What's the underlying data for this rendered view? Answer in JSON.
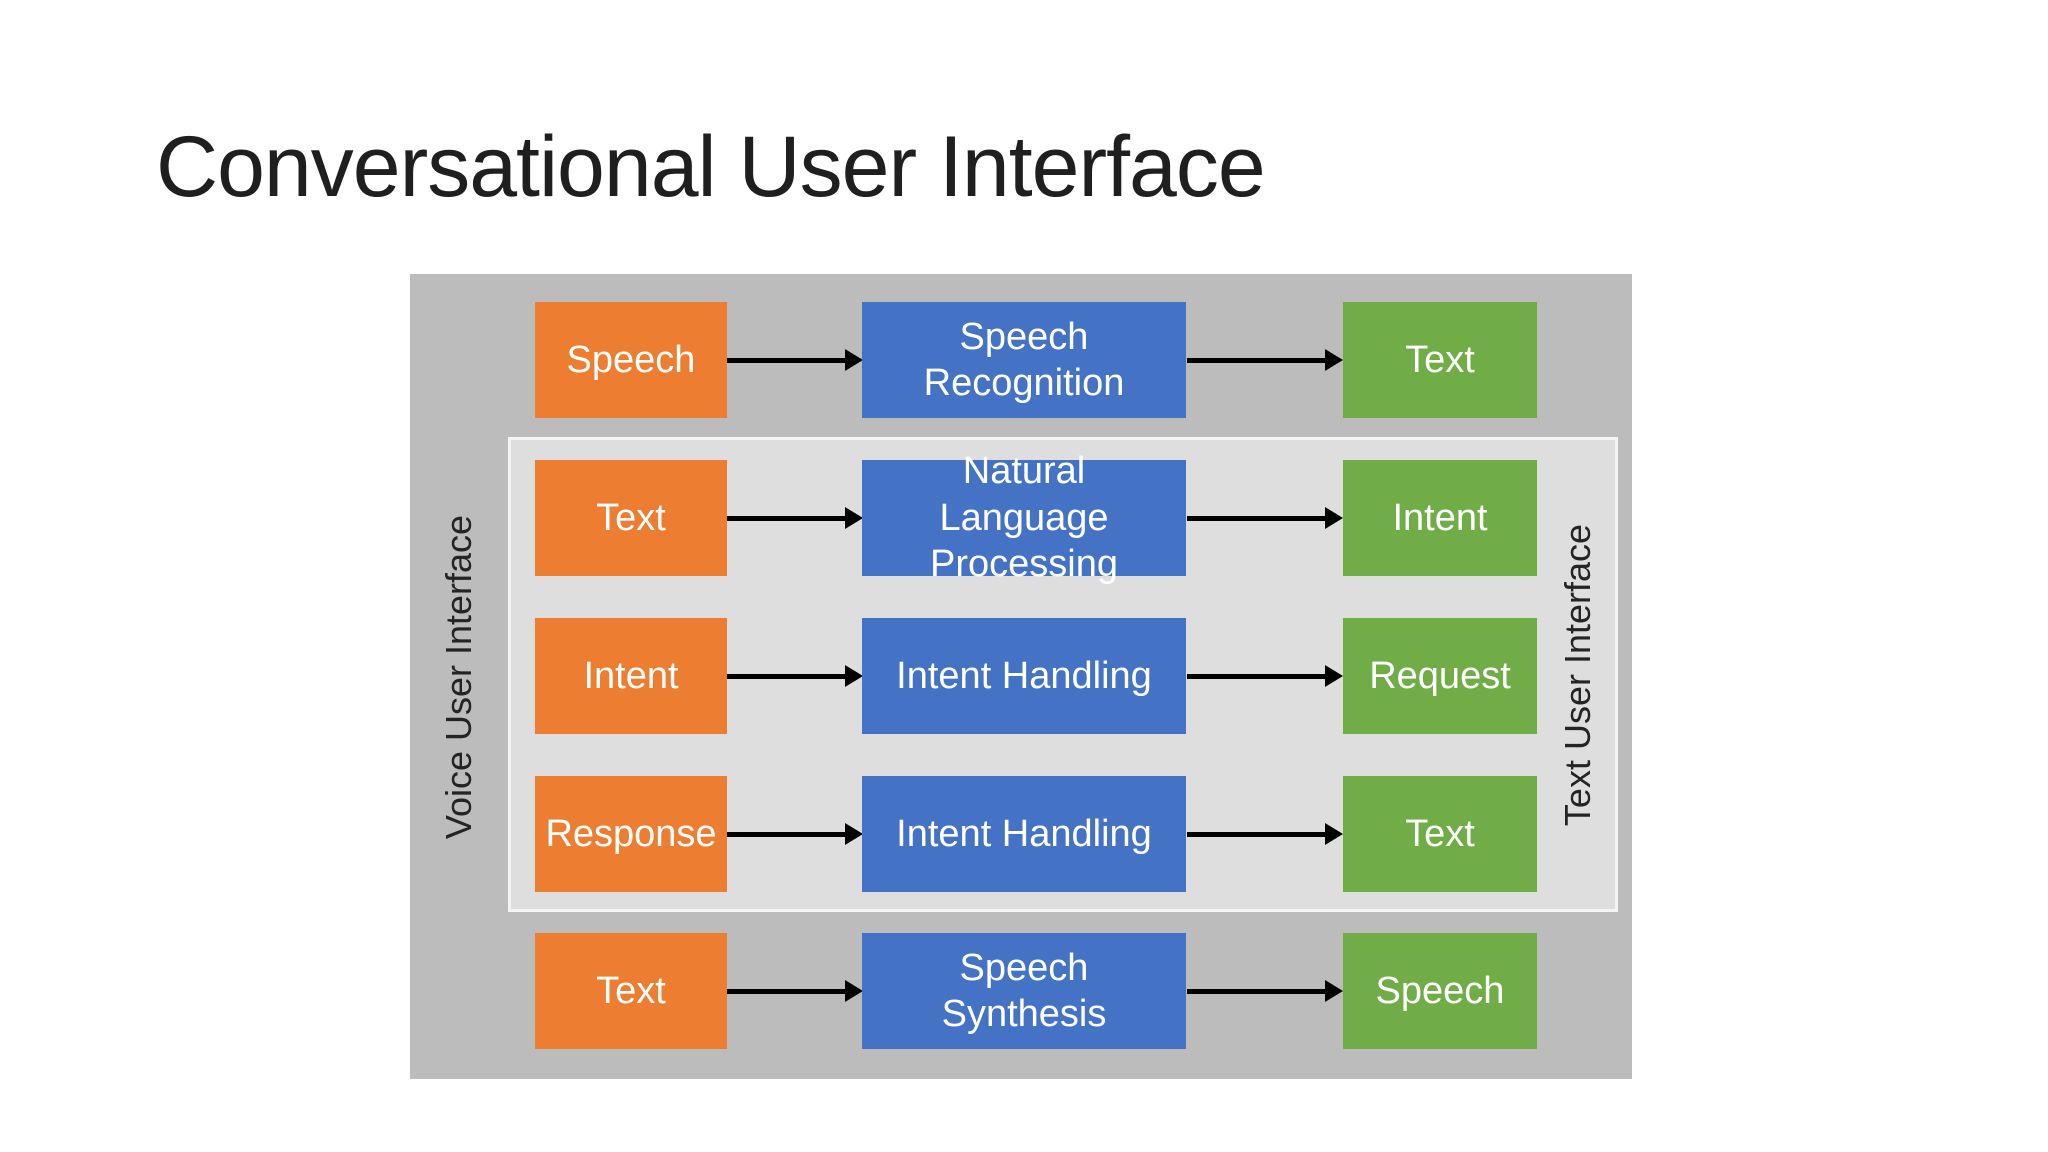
{
  "slide": {
    "title": "Conversational User Interface"
  },
  "diagram": {
    "left_label": "Voice User Interface",
    "right_label": "Text User Interface",
    "colors": {
      "source_box": "#ED7D31",
      "process_box": "#4472C4",
      "output_box": "#70AD47",
      "container_background": "#BCBCBC",
      "inner_panel_background": "#DEDEDE",
      "arrow": "#000000",
      "box_text": "#FFFFFF"
    },
    "rows": [
      {
        "source": "Speech",
        "process": "Speech Recognition",
        "output": "Text"
      },
      {
        "source": "Text",
        "process": "Natural Language Processing",
        "output": "Intent"
      },
      {
        "source": "Intent",
        "process": "Intent Handling",
        "output": "Request"
      },
      {
        "source": "Response",
        "process": "Intent Handling",
        "output": "Text"
      },
      {
        "source": "Text",
        "process": "Speech Synthesis",
        "output": "Speech"
      }
    ]
  }
}
